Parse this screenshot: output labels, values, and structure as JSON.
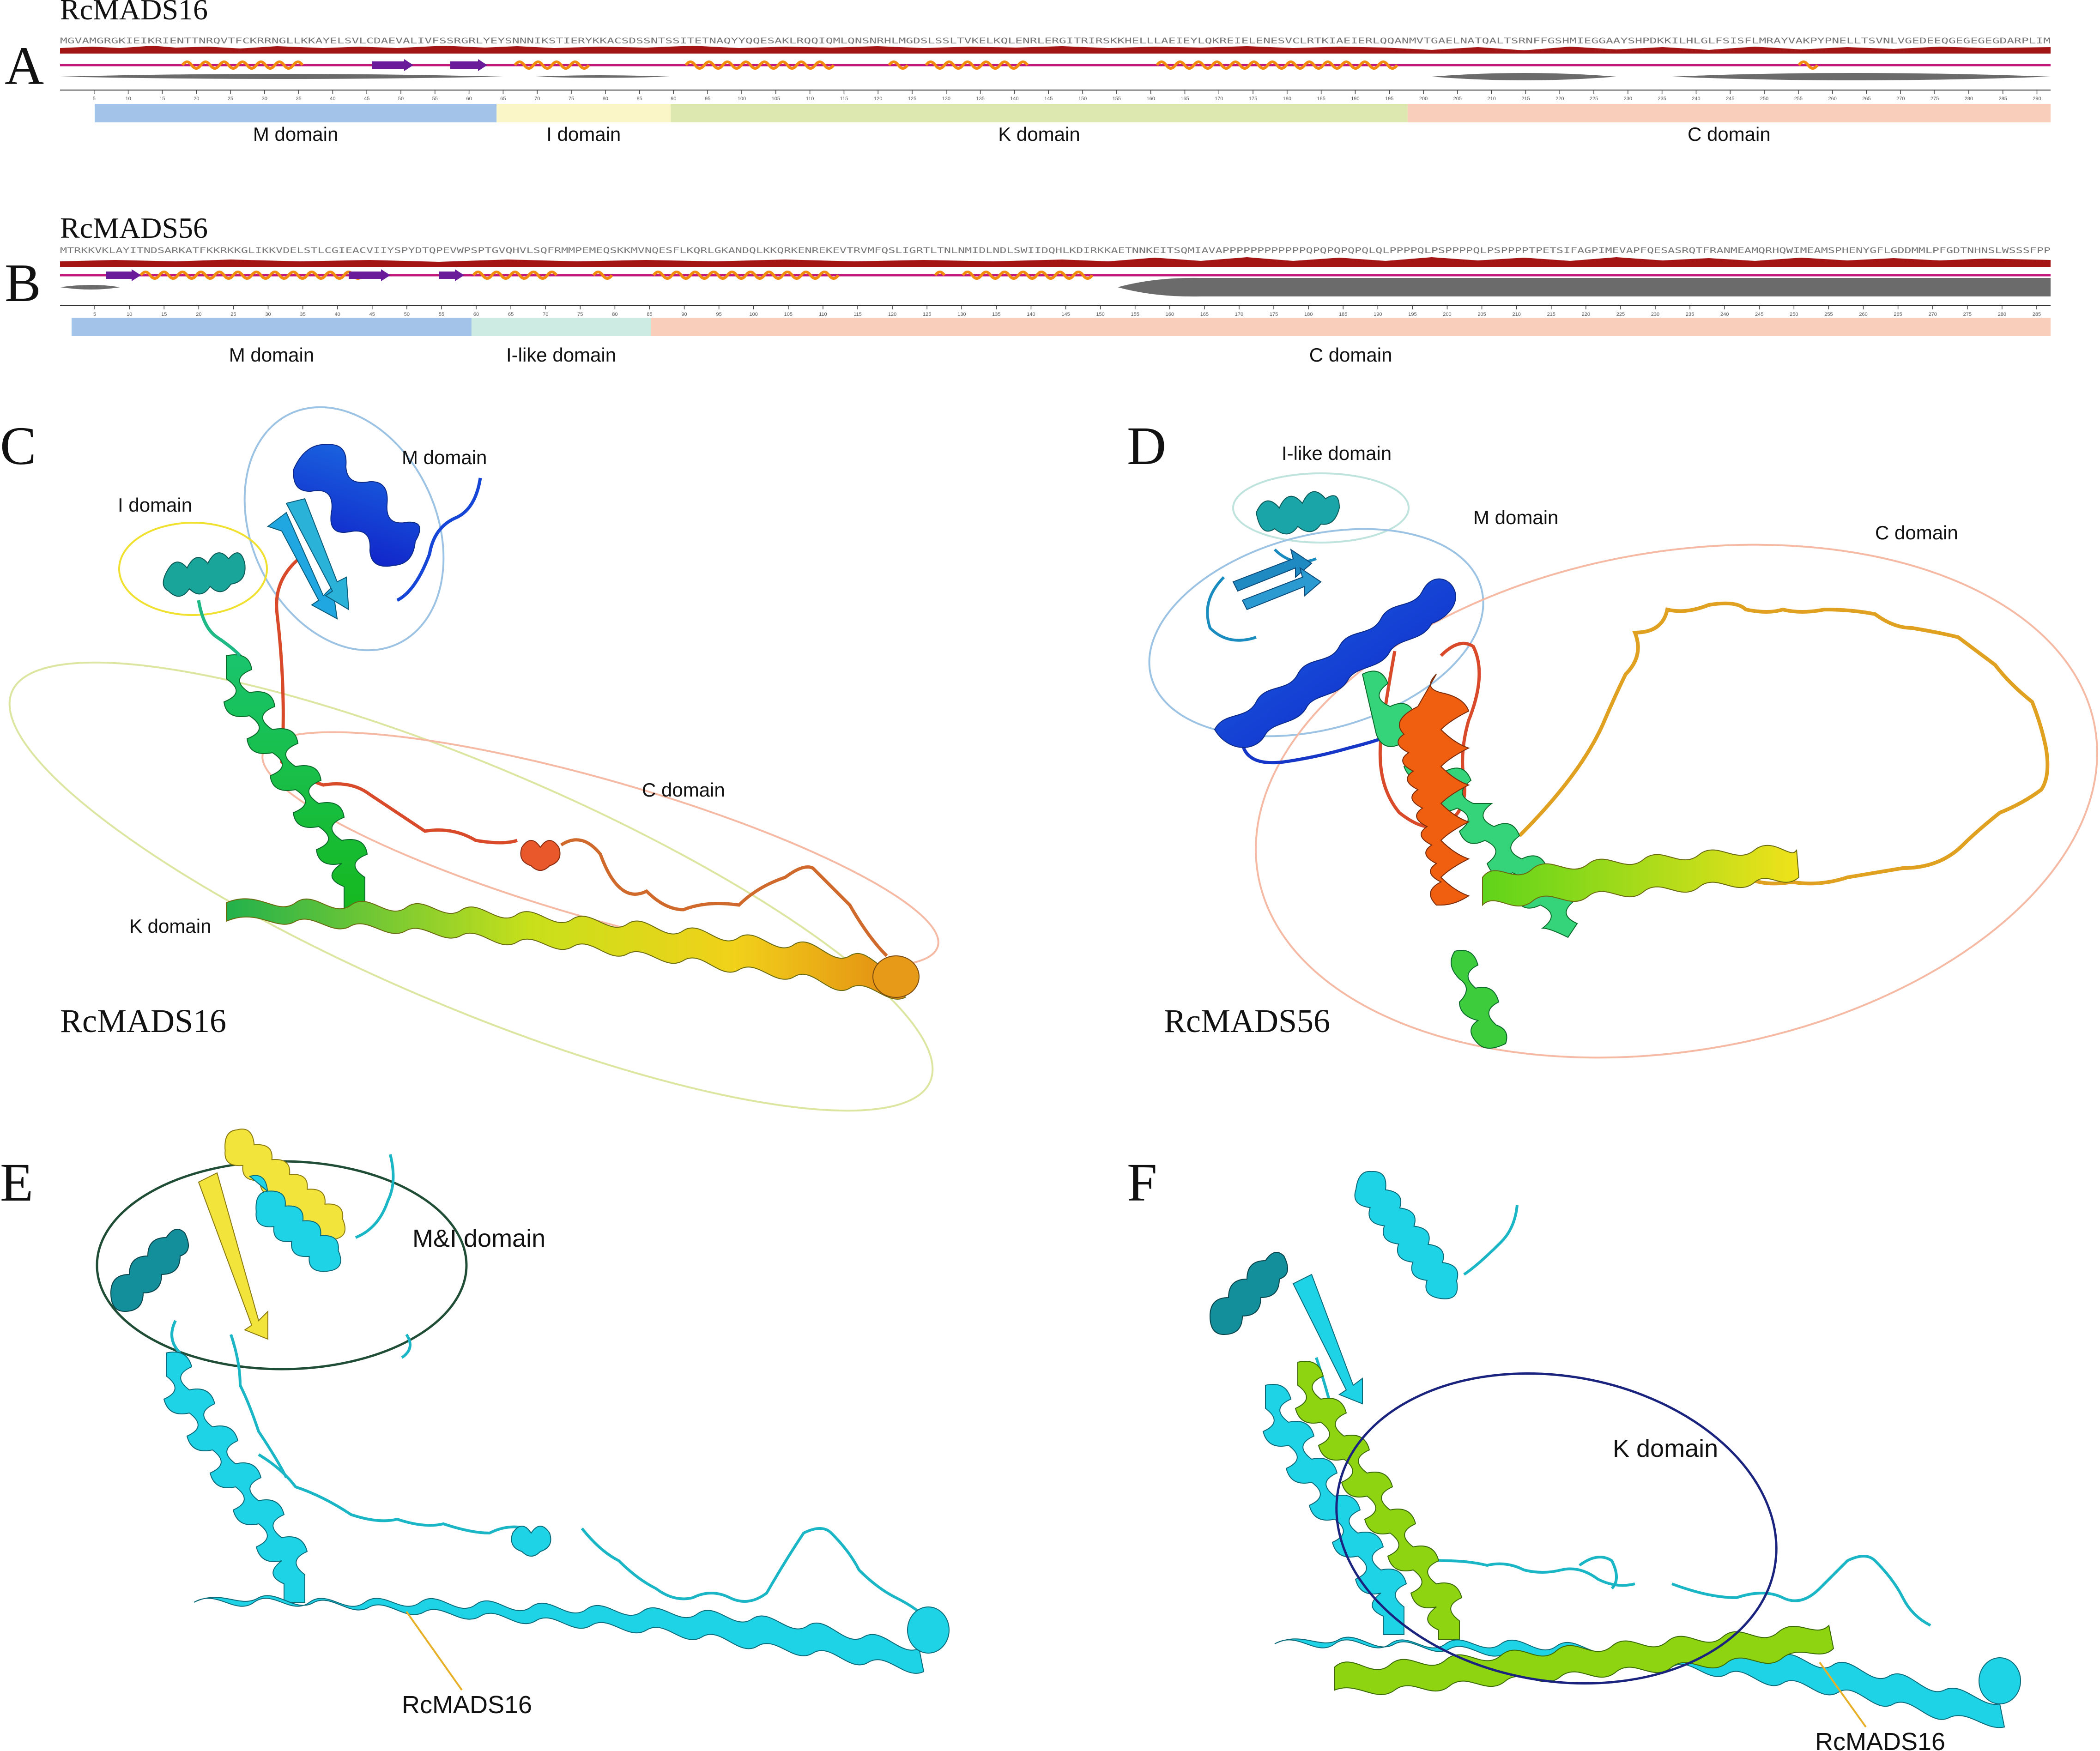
{
  "panels": {
    "A": {
      "letter": "A",
      "title": "RcMADS16",
      "sequence": "MGVAMGRGKIEIKRIENTTNRQVTFCKRRNGLLKKAYELSVLCDAEVALIVFSSRGRLYEYSNNNIKSTIERYKKACSDSSNTSSITETNAQYYQQESAKLRQQIQMLQNSNRHLMGDSLSSLTVKELKQLENRLERGITRIRSKKHELLLAEIEYLQKREIELENESVCLRTKIAEIERLQQANMVTGAELNATQALTSRNFFGSHMIEGGAAYSHPDKKILHLGLFSISFLMRAYVAKPYPNELLTSVNLVGEDEEQGEGEGEGDARPLIM",
      "axis_ticks": [
        "5",
        "10",
        "15",
        "20",
        "25",
        "30",
        "35",
        "40",
        "45",
        "50",
        "55",
        "60",
        "65",
        "70",
        "75",
        "80",
        "85",
        "90",
        "95",
        "100",
        "105",
        "110",
        "115",
        "120",
        "125",
        "130",
        "135",
        "140",
        "145",
        "150",
        "155",
        "160",
        "165",
        "170",
        "175",
        "180",
        "185",
        "190",
        "195",
        "200",
        "205",
        "210",
        "215",
        "220",
        "225",
        "230",
        "235",
        "240",
        "245",
        "250",
        "255",
        "260",
        "265",
        "270",
        "275",
        "280",
        "285",
        "290"
      ],
      "domains": [
        {
          "label": "M domain",
          "color": "#a3c4e8",
          "from": 1,
          "to": 60
        },
        {
          "label": "I domain",
          "color": "#fbf6c8",
          "from": 61,
          "to": 86
        },
        {
          "label": "K domain",
          "color": "#dde8b0",
          "from": 87,
          "to": 196
        },
        {
          "label": "C domain",
          "color": "#f9cfbc",
          "from": 197,
          "to": 292
        }
      ]
    },
    "B": {
      "letter": "B",
      "title": "RcMADS56",
      "sequence": "MTRKKVKLAYITNDSARKATFKKRKKGLIKKVDELSTLCGIEACVIIYSPYDTQPEVWPSPTGVQHVLSQFRMMPEMEQSKKMVNQESFLKQRLGKANDQLKKQRKENREKEVTRVMFQSLIGRTLTNLNMIDLNDLSWIIDQHLKDIRKKAETNNKEITSQMIAVAPPPPPPPPPPPPQPQPQPQPQLQLPPPPQLPSPPPPQLPSPPPPTPETSIFAGPIMEVAPFQESASRQTFRANMEAMQRHQWIMEAMSPHENYGFLGDDMMLPFGDTNHNSLWSSSFPP",
      "axis_ticks": [
        "5",
        "10",
        "15",
        "20",
        "25",
        "30",
        "35",
        "40",
        "45",
        "50",
        "55",
        "60",
        "65",
        "70",
        "75",
        "80",
        "85",
        "90",
        "95",
        "100",
        "105",
        "110",
        "115",
        "120",
        "125",
        "130",
        "135",
        "140",
        "145",
        "150",
        "155",
        "160",
        "165",
        "170",
        "175",
        "180",
        "185",
        "190",
        "195",
        "200",
        "205",
        "210",
        "215",
        "220",
        "225",
        "230",
        "235",
        "240",
        "245",
        "250",
        "255",
        "260",
        "265",
        "270",
        "275",
        "280",
        "285"
      ],
      "domains": [
        {
          "label": "M domain",
          "color": "#a3c4e8",
          "from": 1,
          "to": 58
        },
        {
          "label": "I-like domain",
          "color": "#cdeae3",
          "from": 59,
          "to": 84
        },
        {
          "label": "C domain",
          "color": "#f9cfbc",
          "from": 85,
          "to": 287
        }
      ]
    },
    "C": {
      "letter": "C",
      "caption": "RcMADS16",
      "labels": {
        "m": "M domain",
        "i": "I domain",
        "k": "K domain",
        "c": "C domain"
      }
    },
    "D": {
      "letter": "D",
      "caption": "RcMADS56",
      "labels": {
        "ilike": "I-like domain",
        "m": "M domain",
        "c": "C domain"
      }
    },
    "E": {
      "letter": "E",
      "labels": {
        "mi": "M&I domain",
        "protein": "RcMADS16"
      }
    },
    "F": {
      "letter": "F",
      "labels": {
        "k": "K domain",
        "protein": "RcMADS16"
      }
    }
  },
  "colors": {
    "helix": "#f28c0f",
    "strand": "#6a1b9a",
    "coil_line": "#c2187a",
    "disorder": "#b71c1c",
    "cyan": "#1fd3e6",
    "teal_dark": "#138e9b",
    "yellow_align": "#f2e43a",
    "green_align": "#8fd410",
    "navy_ellipse": "#1a237e",
    "dark_green_ellipse": "#1f4d35"
  }
}
